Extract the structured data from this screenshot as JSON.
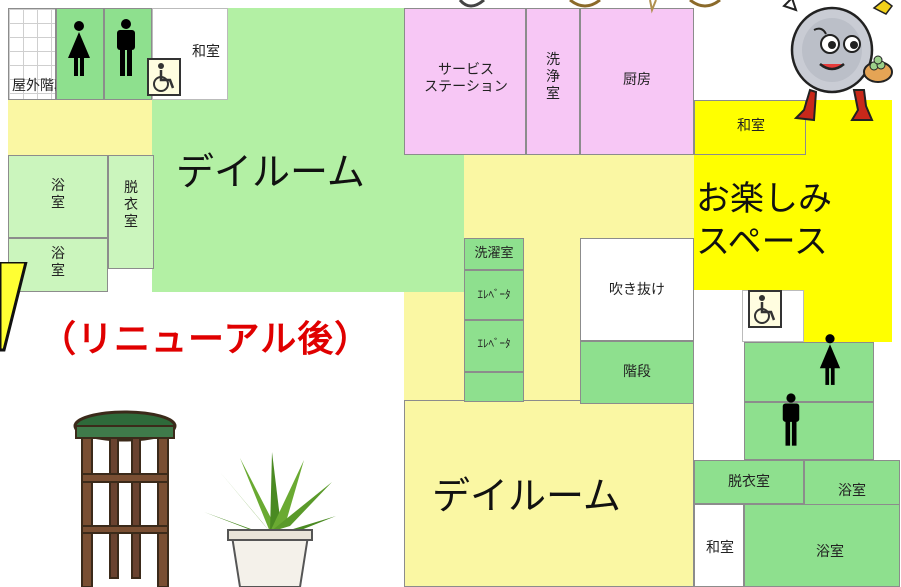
{
  "rooms": {
    "outdoor_stairs": "屋外階段",
    "japanese_room_top": "和室",
    "day_room_top": "デイルーム",
    "service_station": "サービス\nステーション",
    "washroom": "洗浄室",
    "kitchen": "厨房",
    "japanese_room_right": "和室",
    "fun_space": "お楽しみ\nスペース",
    "bath_1": "浴室",
    "bath_2": "浴室",
    "changing_room_left": "脱衣室",
    "laundry": "洗濯室",
    "elevator_1": "ｴﾚﾍﾞｰﾀ",
    "elevator_2": "ｴﾚﾍﾞｰﾀ",
    "atrium": "吹き抜け",
    "stairs": "階段",
    "day_room_bottom": "デイルーム",
    "changing_room_right": "脱衣室",
    "bath_3": "浴室",
    "japanese_room_bottom": "和室",
    "bath_4": "浴室"
  },
  "caption": "（リニューアル後）",
  "icons": {
    "toilet_female": "female-toilet-icon",
    "toilet_male": "male-toilet-icon",
    "accessible": "wheelchair-icon",
    "mascot": "mascot-character",
    "stool": "wooden-stool",
    "plant": "potted-plant"
  },
  "colors": {
    "room_green": "#b3f0a4",
    "corridor_yellow": "#faf7a3",
    "fun_space_yellow": "#ffff00",
    "service_pink": "#f7c7f5",
    "caption_red": "#e00000"
  }
}
